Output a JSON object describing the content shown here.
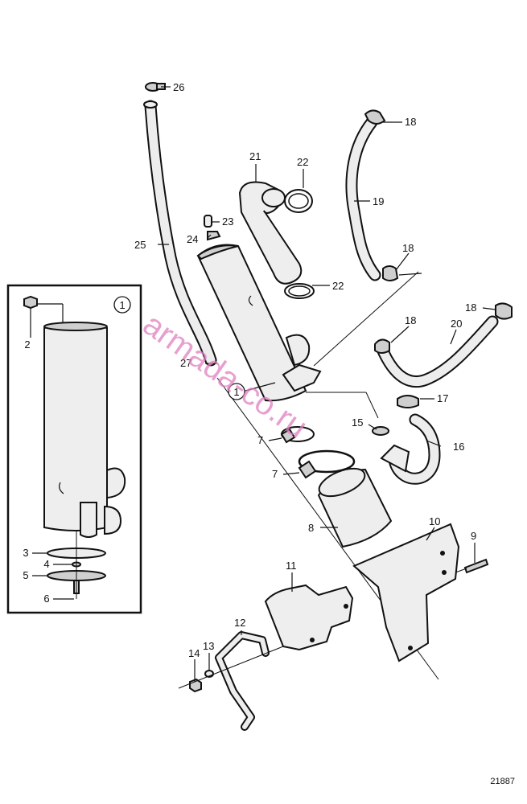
{
  "drawing_number": "21887",
  "watermark": "armada-co.ru",
  "inset": {
    "callout": "1",
    "labels": [
      "2",
      "3",
      "4",
      "5",
      "6"
    ]
  },
  "callouts": [
    "26",
    "25",
    "27",
    "24",
    "23",
    "21",
    "22",
    "22",
    "19",
    "18",
    "18",
    "18",
    "18",
    "20",
    "17",
    "15",
    "16",
    "1",
    "7",
    "7",
    "8",
    "10",
    "9",
    "11",
    "12",
    "13",
    "14"
  ]
}
